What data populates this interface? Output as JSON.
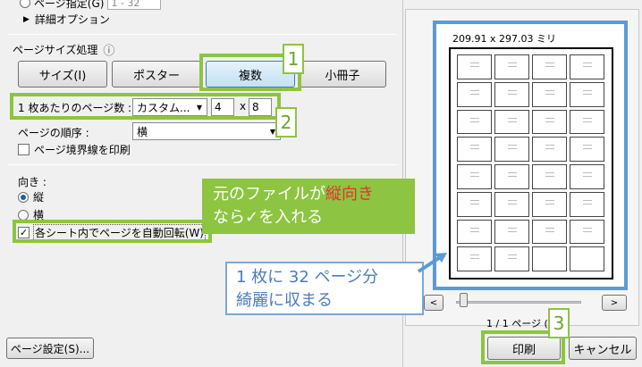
{
  "page_range": {
    "pages_label": "ページ指定(G)",
    "pages_value": "1 - 32",
    "more_options": "詳細オプション"
  },
  "page_sizing": {
    "title": "ページサイズ処理",
    "info_icon": "ⓘ",
    "buttons": {
      "size": "サイズ(I)",
      "poster": "ポスター",
      "multiple": "複数",
      "booklet": "小冊子"
    },
    "pages_per_sheet_label": "1 枚あたりのページ数 :",
    "pages_per_sheet_select": "カスタム...",
    "cols_value": "4",
    "times": "x",
    "rows_value": "8",
    "page_order_label": "ページの順序 :",
    "page_order_value": "横",
    "print_border_label": "ページ境界線を印刷"
  },
  "orientation": {
    "title": "向き :",
    "portrait": "縦",
    "landscape": "横",
    "auto_rotate_label": "各シート内でページを自動回転(W)"
  },
  "preview": {
    "size_label": "209.91 x 297.03 ミリ",
    "page_counter": "1 / 1 ページ (1)",
    "prev_button": "<",
    "next_button": ">"
  },
  "footer": {
    "page_setup": "ページ設定(S)...",
    "print": "印刷",
    "cancel": "キャンセル"
  },
  "annotations": {
    "step1": "1",
    "step2": "2",
    "step3": "3",
    "note_orientation_a": "元のファイルが",
    "note_orientation_b": "縦向き",
    "note_orientation_c": "なら✓を入れる",
    "note_fit_line1": "1 枚に 32 ページ分",
    "note_fit_line2": "綺麗に収まる"
  },
  "colors": {
    "annotation_green": "#8dc441",
    "annotation_blue": "#5b9bd5",
    "highlight_red": "#e5322d"
  }
}
